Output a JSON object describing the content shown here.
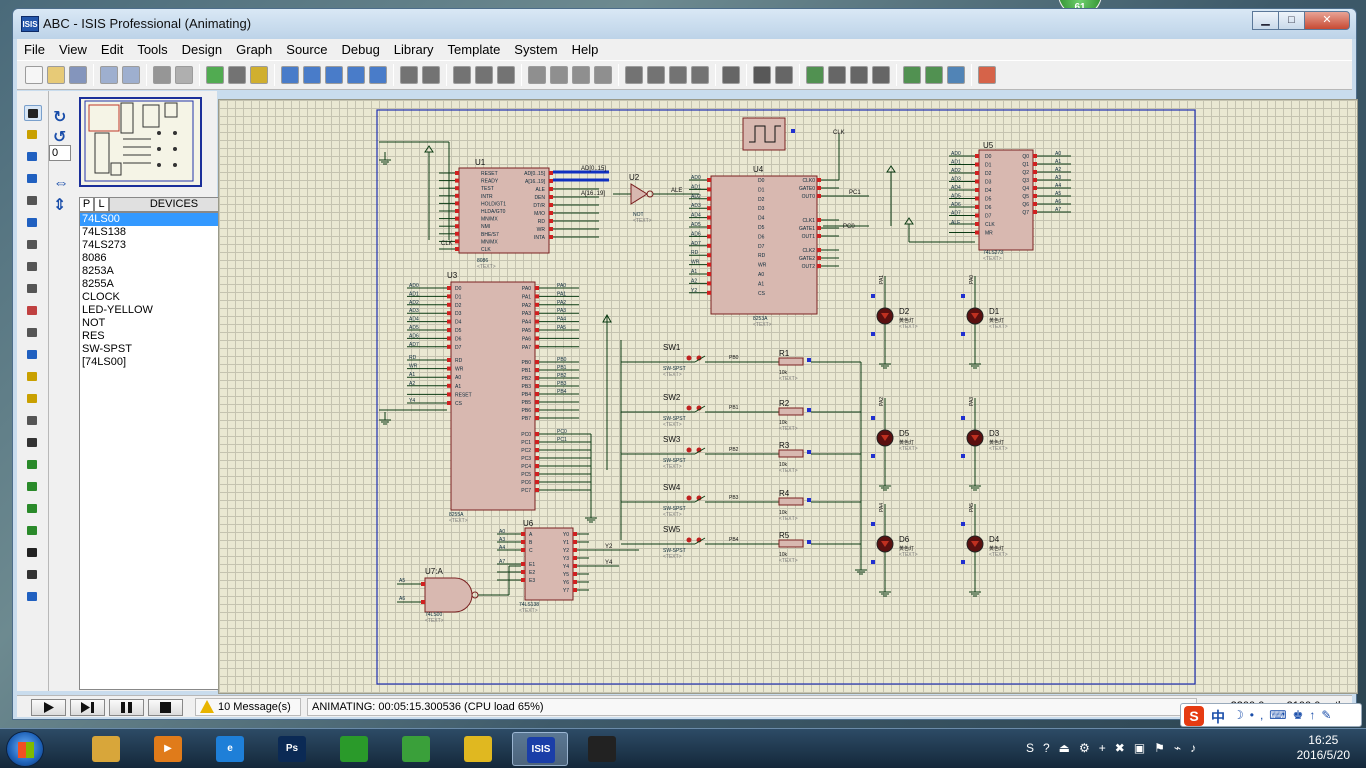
{
  "window": {
    "title": "ABC - ISIS Professional (Animating)",
    "app_icon": "ISIS"
  },
  "menu": [
    "File",
    "View",
    "Edit",
    "Tools",
    "Design",
    "Graph",
    "Source",
    "Debug",
    "Library",
    "Template",
    "System",
    "Help"
  ],
  "left_panel": {
    "rotation_value": "0",
    "tab_p": "P",
    "tab_l": "L",
    "devices_title": "DEVICES",
    "devices": [
      "74LS00",
      "74LS138",
      "74LS273",
      "8086",
      "8253A",
      "8255A",
      "CLOCK",
      "LED-YELLOW",
      "NOT",
      "RES",
      "SW-SPST",
      "[74LS00]"
    ],
    "selected_device": 0
  },
  "schematic": {
    "u1": {
      "ref": "U1",
      "part": "8086",
      "text": "<TEXT>",
      "pins_left": [
        "RESET",
        "READY",
        "TEST",
        "INTR",
        "HOLD/GT1",
        "HLDA/GT0",
        "MN/MX",
        "NMI",
        "BHE/S7",
        "MN/MX",
        "CLK"
      ],
      "pins_right": [
        "AD[0..15]",
        "A[16..19]",
        "ALE",
        "DEN",
        "DT/R",
        "M/IO",
        "RD",
        "WR",
        "INTA"
      ]
    },
    "u2": {
      "ref": "U2",
      "part": "NOT",
      "text": "<TEXT>",
      "out": "ALE"
    },
    "u3": {
      "ref": "U3",
      "part": "8255A",
      "text": "<TEXT>"
    },
    "u4": {
      "ref": "U4",
      "part": "8253A",
      "text": "<TEXT>"
    },
    "u5": {
      "ref": "U5",
      "part": "74LS273",
      "text": "<TEXT>"
    },
    "u6": {
      "ref": "U6",
      "part": "74LS138",
      "text": "<TEXT>"
    },
    "u7": {
      "ref": "U7:A",
      "part": "74LS00",
      "text": "<TEXT>"
    },
    "bus_labels": {
      "ad": "AD[0..15]",
      "a": "A[16..19]",
      "clk": "CLK",
      "pc1": "PC1",
      "pc0": "PC0",
      "y2": "Y2",
      "y4": "Y4",
      "ale": "ALE"
    },
    "switches": [
      "SW1",
      "SW2",
      "SW3",
      "SW4",
      "SW5"
    ],
    "switch_part": "SW-SPST",
    "switch_nets": [
      "PB0",
      "PB1",
      "PB2",
      "PB3",
      "PB4"
    ],
    "resistors": [
      "R1",
      "R2",
      "R3",
      "R4",
      "R5"
    ],
    "resistor_value": "10k",
    "leds": [
      {
        "ref": "D2",
        "net": "PA1"
      },
      {
        "ref": "D1",
        "net": "PA0"
      },
      {
        "ref": "D5",
        "net": "PA2"
      },
      {
        "ref": "D3",
        "net": "PA3"
      },
      {
        "ref": "D6",
        "net": "PA4"
      },
      {
        "ref": "D4",
        "net": "PA5"
      }
    ],
    "led_label": "黄色灯",
    "text_label": "<TEXT>",
    "u3_addr_pins": [
      "AD0",
      "AD1",
      "AD2",
      "AD3",
      "AD4",
      "AD5",
      "AD6",
      "AD7"
    ],
    "u3_data_pins": [
      "D0",
      "D1",
      "D2",
      "D3",
      "D4",
      "D5",
      "D6",
      "D7"
    ],
    "u3_pa": [
      "PA0",
      "PA1",
      "PA2",
      "PA3",
      "PA4",
      "PA5",
      "PA6",
      "PA7"
    ],
    "u3_pb": [
      "PB0",
      "PB1",
      "PB2",
      "PB3",
      "PB4",
      "PB5",
      "PB6",
      "PB7"
    ],
    "u3_pc": [
      "PC0",
      "PC1",
      "PC2",
      "PC3",
      "PC4",
      "PC5",
      "PC6",
      "PC7"
    ],
    "u3_ctrl": [
      "RD",
      "WR",
      "A0",
      "A1",
      "RESET",
      "CS"
    ],
    "u3_ctrl_nets": [
      "RD",
      "WR",
      "A1",
      "A2",
      "",
      "Y4"
    ],
    "u3_pa_nets": [
      "PA0",
      "PA1",
      "PA2",
      "PA3",
      "PA4",
      "PA5"
    ],
    "u3_pb_nets": [
      "PB0",
      "PB1",
      "PB2",
      "PB3",
      "PB4"
    ],
    "u3_pc_nets": [
      "PC0",
      "PC1"
    ],
    "u4_pins_left": [
      "D0",
      "D1",
      "D2",
      "D3",
      "D4",
      "D5",
      "D6",
      "D7",
      "RD",
      "WR",
      "A0",
      "A1",
      "CS"
    ],
    "u4_pins_right": [
      "CLK0",
      "GATE0",
      "OUT0",
      "CLK1",
      "GATE1",
      "OUT1",
      "CLK2",
      "GATE2",
      "OUT2"
    ],
    "u4_nets_left": [
      "AD0",
      "AD1",
      "AD2",
      "AD3",
      "AD4",
      "AD5",
      "AD6",
      "AD7",
      "RD",
      "WR",
      "A1",
      "A2",
      "Y2"
    ],
    "u5_pins_left": [
      "D0",
      "D1",
      "D2",
      "D3",
      "D4",
      "D5",
      "D6",
      "D7",
      "CLK",
      "MR"
    ],
    "u5_pins_right": [
      "Q0",
      "Q1",
      "Q2",
      "Q3",
      "Q4",
      "Q5",
      "Q6",
      "Q7"
    ],
    "u5_nets_left": [
      "AD0",
      "AD1",
      "AD2",
      "AD3",
      "AD4",
      "AD5",
      "AD6",
      "AD7",
      "ALE"
    ],
    "u5_nets_right": [
      "A0",
      "A1",
      "A2",
      "A3",
      "A4",
      "A5",
      "A6",
      "A7"
    ],
    "u6_pins_left": [
      "A",
      "B",
      "C",
      "E1",
      "E2",
      "E3"
    ],
    "u6_pins_right": [
      "Y0",
      "Y1",
      "Y2",
      "Y3",
      "Y4",
      "Y5",
      "Y6",
      "Y7"
    ],
    "u6_nets": [
      "A0",
      "A3",
      "A4",
      "A7"
    ],
    "u7_nets": [
      "A5",
      "A6"
    ]
  },
  "status": {
    "messages": "10 Message(s)",
    "animating": "ANIMATING: 00:05:15.300536 (CPU load 65%)",
    "coord_x": "-2300.0",
    "coord_y": "-3100.0",
    "units": "th"
  },
  "taskbar": {
    "apps": [
      {
        "name": "explorer",
        "color": "#d8a63a",
        "label": ""
      },
      {
        "name": "media",
        "color": "#e07b1a",
        "label": "▶"
      },
      {
        "name": "ie",
        "color": "#1e7fd8",
        "label": "e"
      },
      {
        "name": "photoshop",
        "color": "#0b2a55",
        "label": "Ps"
      },
      {
        "name": "app5",
        "color": "#2a9a2a",
        "label": ""
      },
      {
        "name": "app6",
        "color": "#3aa03a",
        "label": ""
      },
      {
        "name": "app7",
        "color": "#e0b820",
        "label": ""
      },
      {
        "name": "isis",
        "color": "#1a3ea8",
        "label": "ISIS"
      },
      {
        "name": "terminal",
        "color": "#222222",
        "label": ""
      }
    ],
    "time": "16:25",
    "date": "2016/5/20",
    "ime_cn": "中"
  },
  "badge": "61"
}
